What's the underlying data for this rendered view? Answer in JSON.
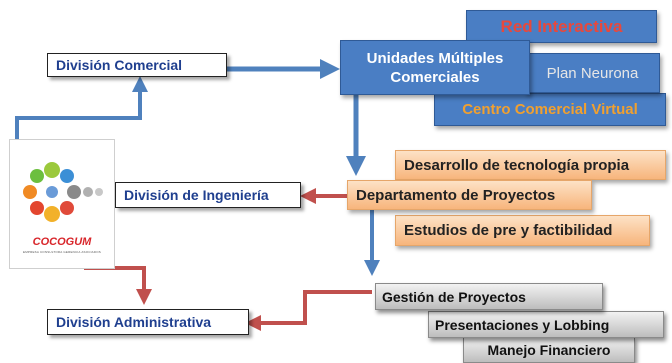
{
  "divisions": {
    "comercial": "División Comercial",
    "ingenieria": "División de Ingeniería",
    "administrativa": "División Administrativa"
  },
  "comercial_group": {
    "main": "Unidades Múltiples Comerciales",
    "red_interactiva": "Red Interactiva",
    "plan_neurona": "Plan Neurona",
    "centro_comercial": "Centro Comercial Virtual"
  },
  "ingenieria_group": {
    "desarrollo": "Desarrollo de tecnología propia",
    "departamento": "Departamento de Proyectos",
    "estudios": "Estudios de pre y factibilidad"
  },
  "admin_group": {
    "gestion": "Gestión de Proyectos",
    "presentaciones": "Presentaciones y Lobbing",
    "manejo": "Manejo Financiero"
  },
  "logo": {
    "name": "COCOGUM",
    "tagline": "EMPRESA CONSULTORA GERENCIA ASOCIADOS"
  },
  "colors": {
    "blue_box": "#4a7ec4",
    "blue_arrow": "#4f81bd",
    "red_arrow": "#c0504d",
    "orange_box": "#f7b57c",
    "division_text": "#1f3f8f",
    "red_text": "#e8483c",
    "orange_text": "#f0a030"
  }
}
